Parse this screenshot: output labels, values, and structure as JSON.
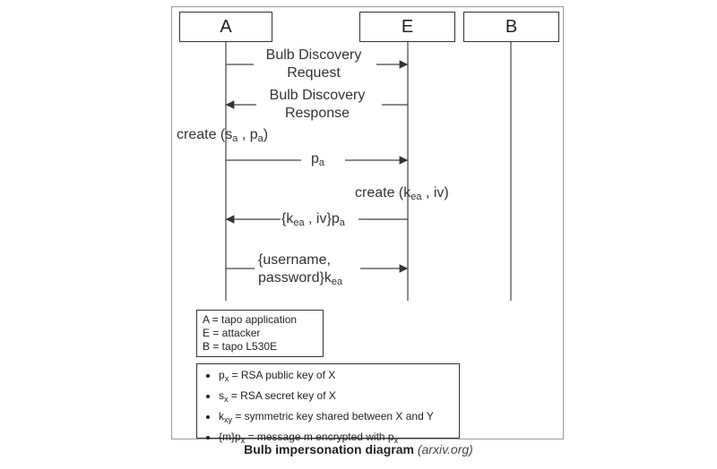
{
  "actors": {
    "a": "A",
    "e": "E",
    "b": "B"
  },
  "messages": {
    "bulb_discovery_request": [
      "Bulb Discovery",
      "Request"
    ],
    "bulb_discovery_response": [
      "Bulb Discovery",
      "Response"
    ],
    "create_a": {
      "text": "create (s",
      "sub1": "a",
      "mid": " , p",
      "sub2": "a",
      "end": ")"
    },
    "pa_msg": {
      "text": "p",
      "sub": "a"
    },
    "create_e": {
      "text": "create (k",
      "sub": "ea",
      "end": " , iv)"
    },
    "kea_iv": {
      "text": "{k",
      "sub1": "ea",
      "mid": " , iv}p",
      "sub2": "a"
    },
    "credentials": {
      "line1": "{username,",
      "line2": "password}k",
      "sub": "ea"
    }
  },
  "legend_actors": [
    "A = tapo application",
    "E = attacker",
    "B = tapo L530E"
  ],
  "legend_keys": [
    {
      "pre": "p",
      "sub": "x",
      "post": " = RSA public key of X"
    },
    {
      "pre": "s",
      "sub": "x",
      "post": " = RSA secret key of X"
    },
    {
      "pre": "k",
      "sub": "xy",
      "post": " = symmetric key shared between X and Y"
    },
    {
      "pre": "{m}p",
      "sub": "x",
      "post": " = message m encrypted with p",
      "sub2": "x"
    }
  ],
  "caption": {
    "title": "Bulb impersonation diagram",
    "source": "(arxiv.org)"
  }
}
